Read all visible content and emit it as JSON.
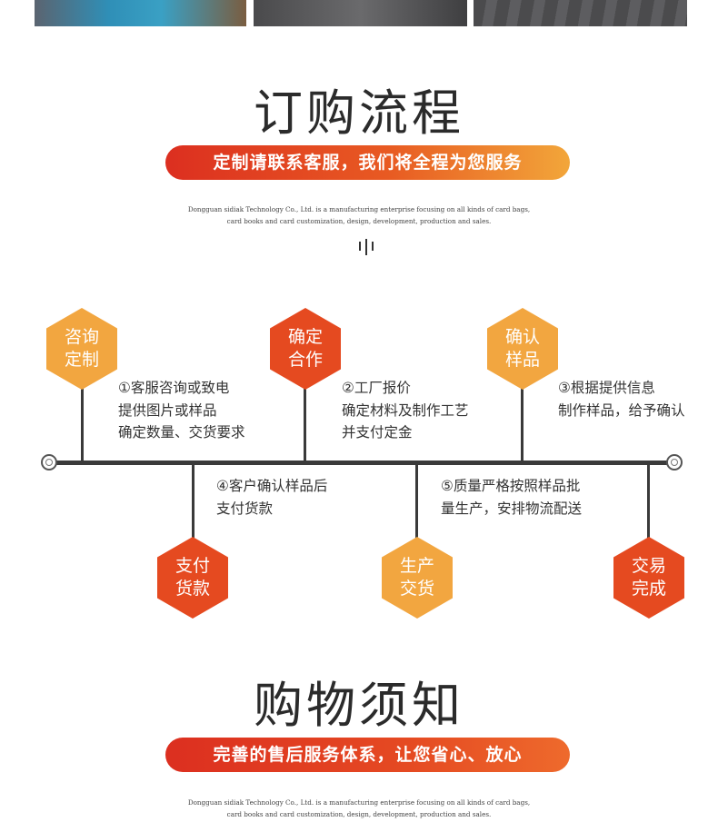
{
  "section1": {
    "title": "订购流程",
    "banner": "定制请联系客服，我们将全程为您服务",
    "desc_line1": "Dongguan sidiak Technology Co., Ltd. is a manufacturing enterprise focusing on all  kinds of card bags,",
    "desc_line2": "card books and card customization, design, development, production and sales."
  },
  "process": {
    "hex1": "咨询定制",
    "hex2": "确定合作",
    "hex3": "确认样品",
    "hex4": "支付货款",
    "hex5": "生产交货",
    "hex6": "交易完成",
    "step1": [
      "①客服咨询或致电",
      "提供图片或样品",
      "确定数量、交货要求"
    ],
    "step2": [
      "②工厂报价",
      "确定材料及制作工艺",
      "并支付定金"
    ],
    "step3": [
      "③根据提供信息",
      "制作样品，给予确认"
    ],
    "step4": [
      "④客户确认样品后",
      "支付货款"
    ],
    "step5": [
      "⑤质量严格按照样品批",
      "量生产，安排物流配送"
    ]
  },
  "section2": {
    "title": "购物须知",
    "banner": "完善的售后服务体系，让您省心、放心",
    "desc_line1": "Dongguan sidiak Technology Co., Ltd. is a manufacturing enterprise focusing on all  kinds of card bags,",
    "desc_line2": "card books and card customization, design, development, production and sales."
  },
  "colors": {
    "orange": "#f2a640",
    "red": "#e54a20",
    "banner_start": "#dc2f20"
  }
}
